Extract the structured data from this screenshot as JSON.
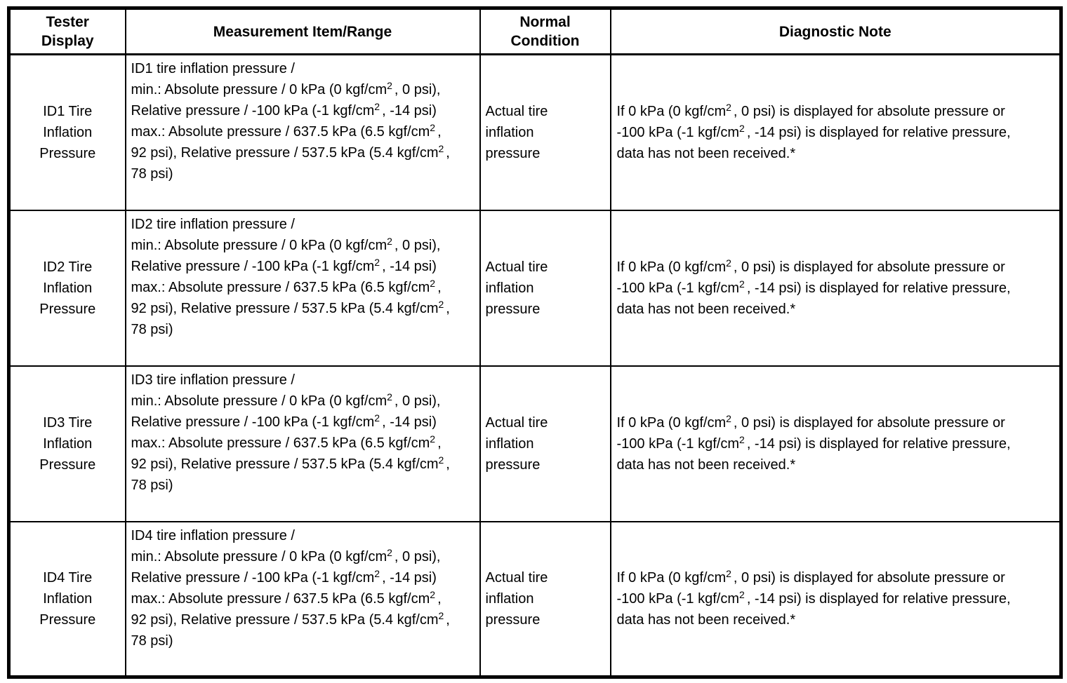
{
  "page": {
    "background_color": "#ffffff",
    "text_color": "#000000",
    "border_color": "#000000"
  },
  "table": {
    "headers": {
      "tester_display": "Tester Display",
      "measurement": "Measurement Item/Range",
      "normal_condition": "Normal Condition",
      "diagnostic_note": "Diagnostic Note"
    },
    "rows": [
      {
        "tester_display": "ID1 Tire Inflation Pressure",
        "measurement": "ID1 tire inflation pressure /\nmin.: Absolute pressure / 0 kPa (0 kgf/cm^2, 0 psi), Relative pressure / -100 kPa (-1 kgf/cm^2, -14 psi)\nmax.: Absolute pressure / 637.5 kPa (6.5 kgf/cm^2, 92 psi), Relative pressure / 537.5 kPa (5.4 kgf/cm^2, 78 psi)",
        "normal_condition": "Actual tire inflation pressure",
        "diagnostic_note": "If 0 kPa (0 kgf/cm^2, 0 psi) is displayed for absolute pressure or -100 kPa (-1 kgf/cm^2, -14 psi) is displayed for relative pressure, data has not been received.*"
      },
      {
        "tester_display": "ID2 Tire Inflation Pressure",
        "measurement": "ID2 tire inflation pressure /\nmin.: Absolute pressure / 0 kPa (0 kgf/cm^2, 0 psi), Relative pressure / -100 kPa (-1 kgf/cm^2, -14 psi)\nmax.: Absolute pressure / 637.5 kPa (6.5 kgf/cm^2, 92 psi), Relative pressure / 537.5 kPa (5.4 kgf/cm^2, 78 psi)",
        "normal_condition": "Actual tire inflation pressure",
        "diagnostic_note": "If 0 kPa (0 kgf/cm^2, 0 psi) is displayed for absolute pressure or -100 kPa (-1 kgf/cm^2, -14 psi) is displayed for relative pressure, data has not been received.*"
      },
      {
        "tester_display": "ID3 Tire Inflation Pressure",
        "measurement": "ID3 tire inflation pressure /\nmin.: Absolute pressure / 0 kPa (0 kgf/cm^2, 0 psi), Relative pressure / -100 kPa (-1 kgf/cm^2, -14 psi)\nmax.: Absolute pressure / 637.5 kPa (6.5 kgf/cm^2, 92 psi), Relative pressure / 537.5 kPa (5.4 kgf/cm^2, 78 psi)",
        "normal_condition": "Actual tire inflation pressure",
        "diagnostic_note": "If 0 kPa (0 kgf/cm^2, 0 psi) is displayed for absolute pressure or -100 kPa (-1 kgf/cm^2, -14 psi) is displayed for relative pressure, data has not been received.*"
      },
      {
        "tester_display": "ID4 Tire Inflation Pressure",
        "measurement": "ID4 tire inflation pressure /\nmin.: Absolute pressure / 0 kPa (0 kgf/cm^2, 0 psi), Relative pressure / -100 kPa (-1 kgf/cm^2, -14 psi)\nmax.: Absolute pressure / 637.5 kPa (6.5 kgf/cm^2, 92 psi), Relative pressure / 537.5 kPa (5.4 kgf/cm^2, 78 psi)",
        "normal_condition": "Actual tire inflation pressure",
        "diagnostic_note": "If 0 kPa (0 kgf/cm^2, 0 psi) is displayed for absolute pressure or -100 kPa (-1 kgf/cm^2, -14 psi) is displayed for relative pressure, data has not been received.*"
      }
    ]
  }
}
